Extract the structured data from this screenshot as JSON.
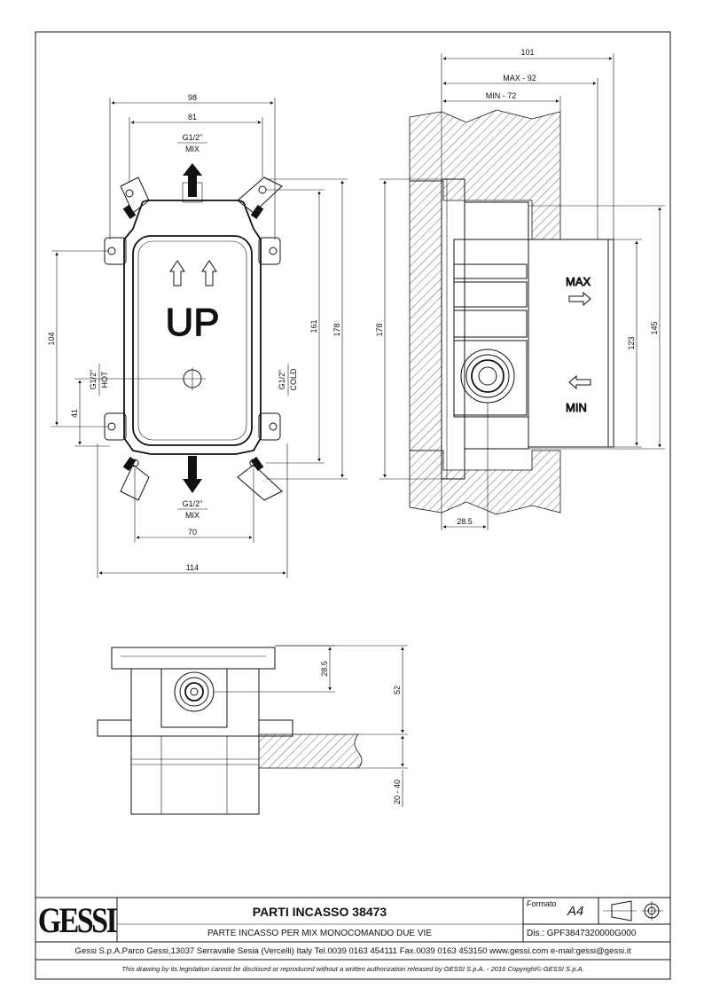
{
  "front_view": {
    "dims": {
      "w98": "98",
      "w81": "81",
      "w70": "70",
      "w114": "114",
      "h104": "104",
      "h41": "41",
      "h161": "161",
      "h178": "178"
    },
    "top_port": {
      "size": "G1/2\"",
      "label": "MIX"
    },
    "bottom_port": {
      "size": "G1/2\"",
      "label": "MIX"
    },
    "left_port": {
      "size": "G1/2\"",
      "label": "HOT"
    },
    "right_port": {
      "size": "G1/2\"",
      "label": "COLD"
    },
    "cover_text": "UP"
  },
  "side_view": {
    "dims": {
      "d101": "101",
      "max": "MAX - 92",
      "min": "MIN - 72",
      "h178": "178",
      "h145": "145",
      "h123": "123",
      "d285": "28.5"
    },
    "max_label": "MAX",
    "min_label": "MIN"
  },
  "top_view": {
    "dims": {
      "d285": "28.5",
      "d52": "52",
      "d2040": "20 - 40"
    }
  },
  "title_block": {
    "logo": "GESSI",
    "title": "PARTI INCASSO 38473",
    "subtitle": "PARTE INCASSO PER MIX MONOCOMANDO DUE VIE",
    "format_label": "Formato",
    "format_value": "A4",
    "drawing_number": "Dis.: GPF3847320000G000"
  },
  "footer": {
    "address": "Gessi S.p.A.Parco Gessi,13037 Serravalle Sesia (Vercelli) Italy Tel.0039 0163 454111 Fax.0039 0163 453150 www.gessi.com e-mail:gessi@gessi.it",
    "legal": "This drawing by its legislation cannot be disclosed or reproduced without a written authorization released by GESSI S.p.A. - 2016 Copyright© GESSI S.p.A."
  }
}
